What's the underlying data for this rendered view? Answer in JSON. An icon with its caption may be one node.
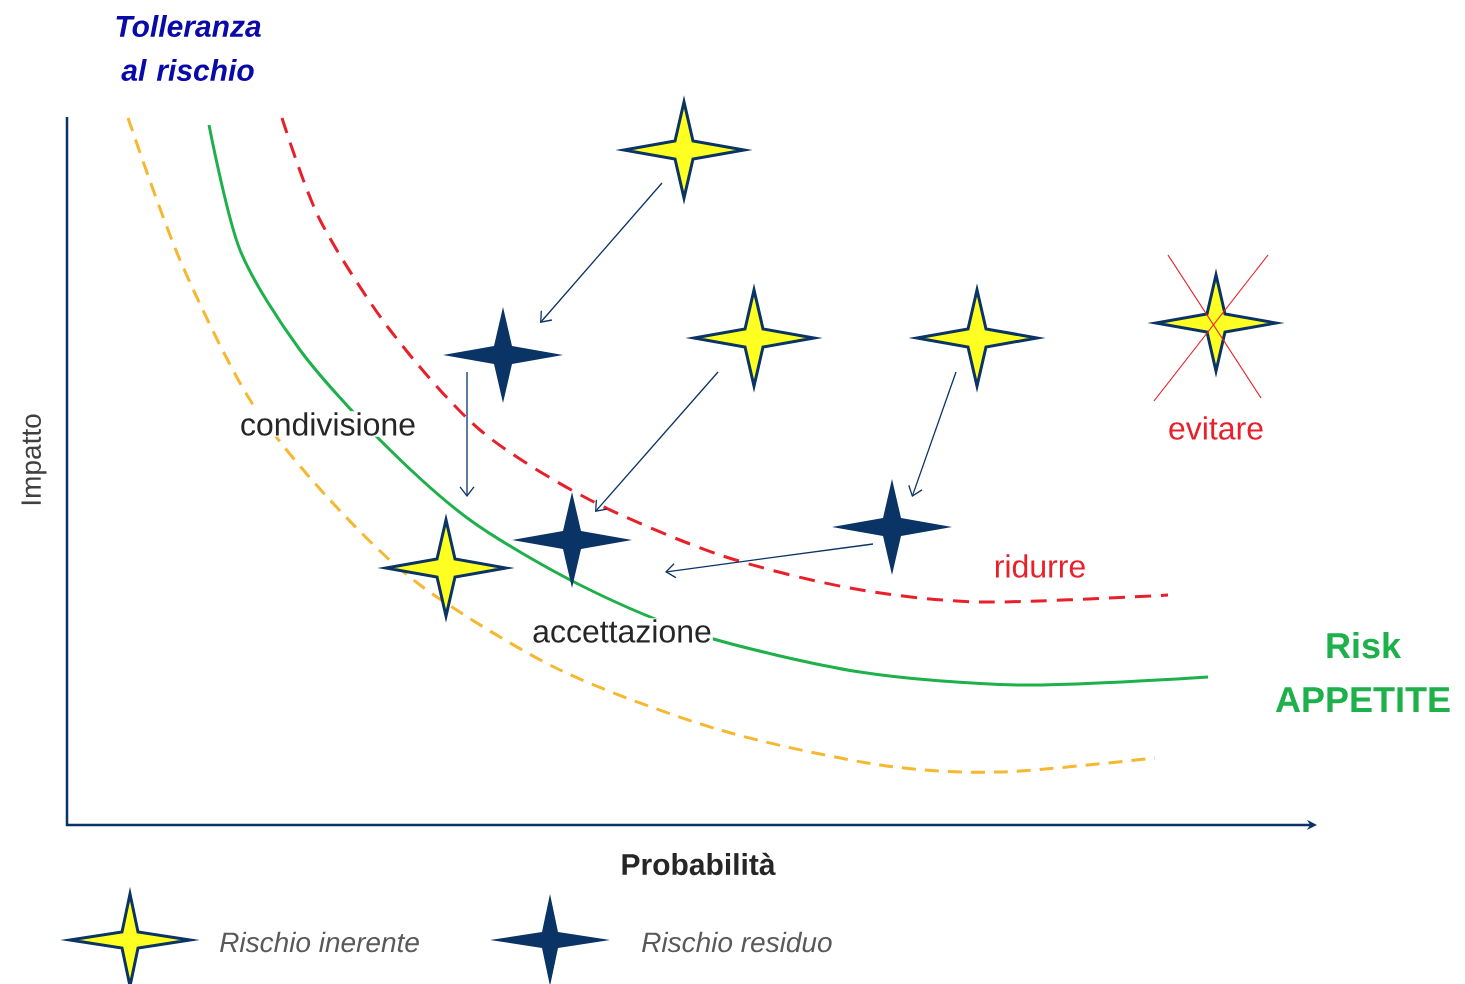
{
  "diagram": {
    "nodes": [
      {
        "text": [],
        "shape": "star"
      },
      {
        "text": [],
        "shape": "solid-star"
      },
      {
        "text": [],
        "shape": "star"
      },
      {
        "text": [],
        "shape": "star"
      },
      {
        "text": [],
        "shape": "crossed-star"
      },
      {
        "text": [],
        "shape": "star"
      },
      {
        "text": [],
        "shape": "solid-star"
      },
      {
        "text": [],
        "shape": "solid-star"
      }
    ],
    "edges": [
      {
        "from": 0,
        "to": 1,
        "arrow": "to"
      },
      {
        "from": 1,
        "to": 5,
        "arrow": "to"
      },
      {
        "from": 2,
        "to": 6,
        "arrow": "to"
      },
      {
        "from": 3,
        "to": 7,
        "arrow": "to"
      },
      {
        "from": 7,
        "to": null,
        "arrow": "to"
      }
    ],
    "labels": [
      "Tolleranza al rischio",
      "Impatto",
      "condivisione",
      "evitare",
      "ridurre",
      "accettazione",
      "Risk APPETITE",
      "Probabilità"
    ],
    "legend": [
      {
        "text": "Rischio inerente"
      },
      {
        "text": "Rischio residuo"
      }
    ]
  }
}
